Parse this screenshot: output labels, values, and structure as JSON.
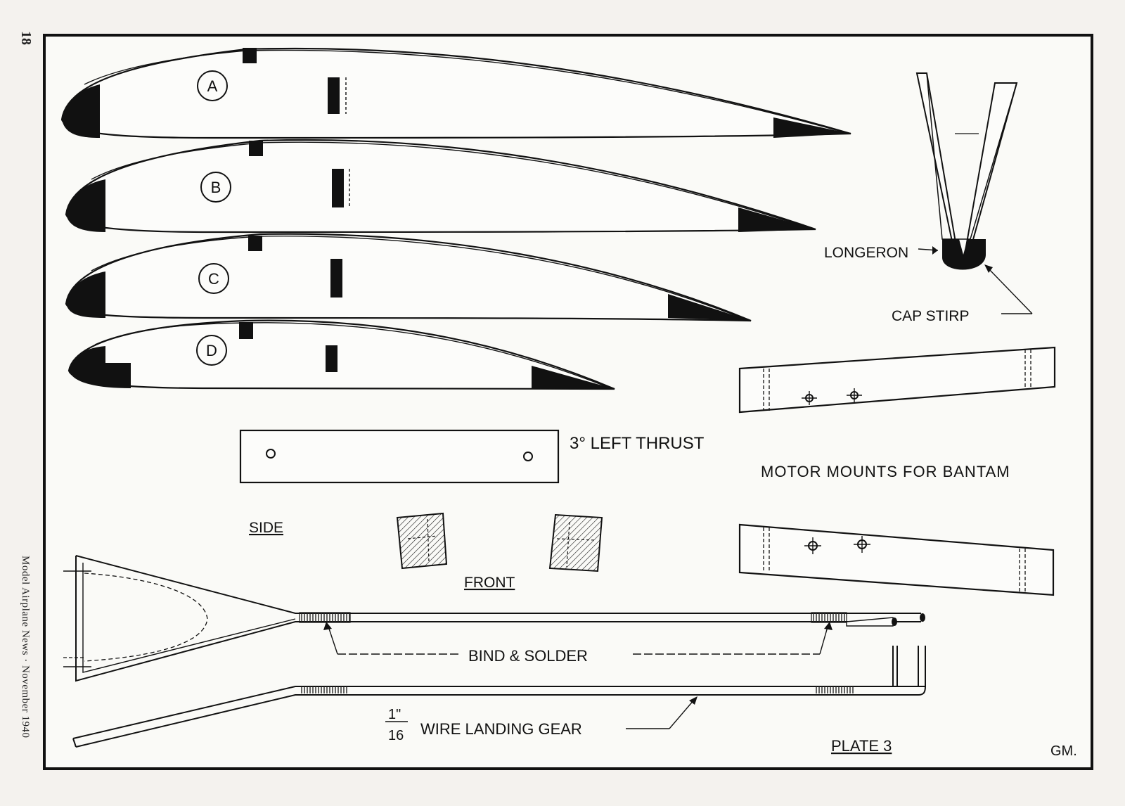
{
  "page_number": "18",
  "magazine_credit": "Model Airplane News · November 1940",
  "ribs": [
    {
      "label": "A"
    },
    {
      "label": "B"
    },
    {
      "label": "C"
    },
    {
      "label": "D"
    }
  ],
  "detail": {
    "longeron_label": "LONGERON",
    "cap_strip_label": "CAP STIRP"
  },
  "motor_mounts": {
    "thrust_label": "3° LEFT THRUST",
    "title": "MOTOR MOUNTS FOR BANTAM",
    "side_label": "SIDE",
    "front_label": "FRONT"
  },
  "landing_gear": {
    "bind_label": "BIND & SOLDER",
    "fraction_num": "1\"",
    "fraction_den": "16",
    "gear_label": "WIRE LANDING GEAR"
  },
  "plate_label": "PLATE 3",
  "initials": "GM."
}
